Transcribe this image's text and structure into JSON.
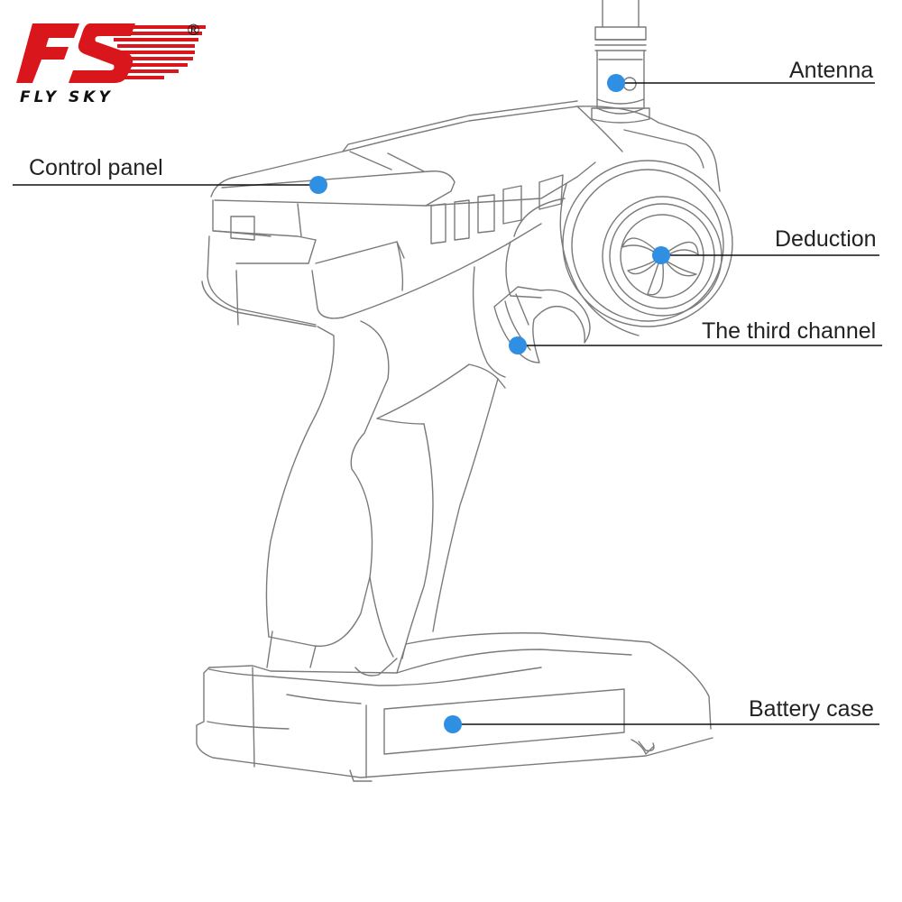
{
  "brand": {
    "logo_letters": "FS",
    "name": "FLY SKY",
    "registered_mark": "®",
    "logo_color": "#d9161c"
  },
  "diagram": {
    "subject": "radio-transmitter-outline",
    "line_color": "#7a7a7a",
    "marker_color": "#2f8fe3",
    "callouts": [
      {
        "id": "antenna",
        "label": "Antenna"
      },
      {
        "id": "control-panel",
        "label": "Control panel"
      },
      {
        "id": "deduction",
        "label": "Deduction"
      },
      {
        "id": "third-channel",
        "label": "The third channel"
      },
      {
        "id": "battery-case",
        "label": "Battery case"
      }
    ]
  }
}
